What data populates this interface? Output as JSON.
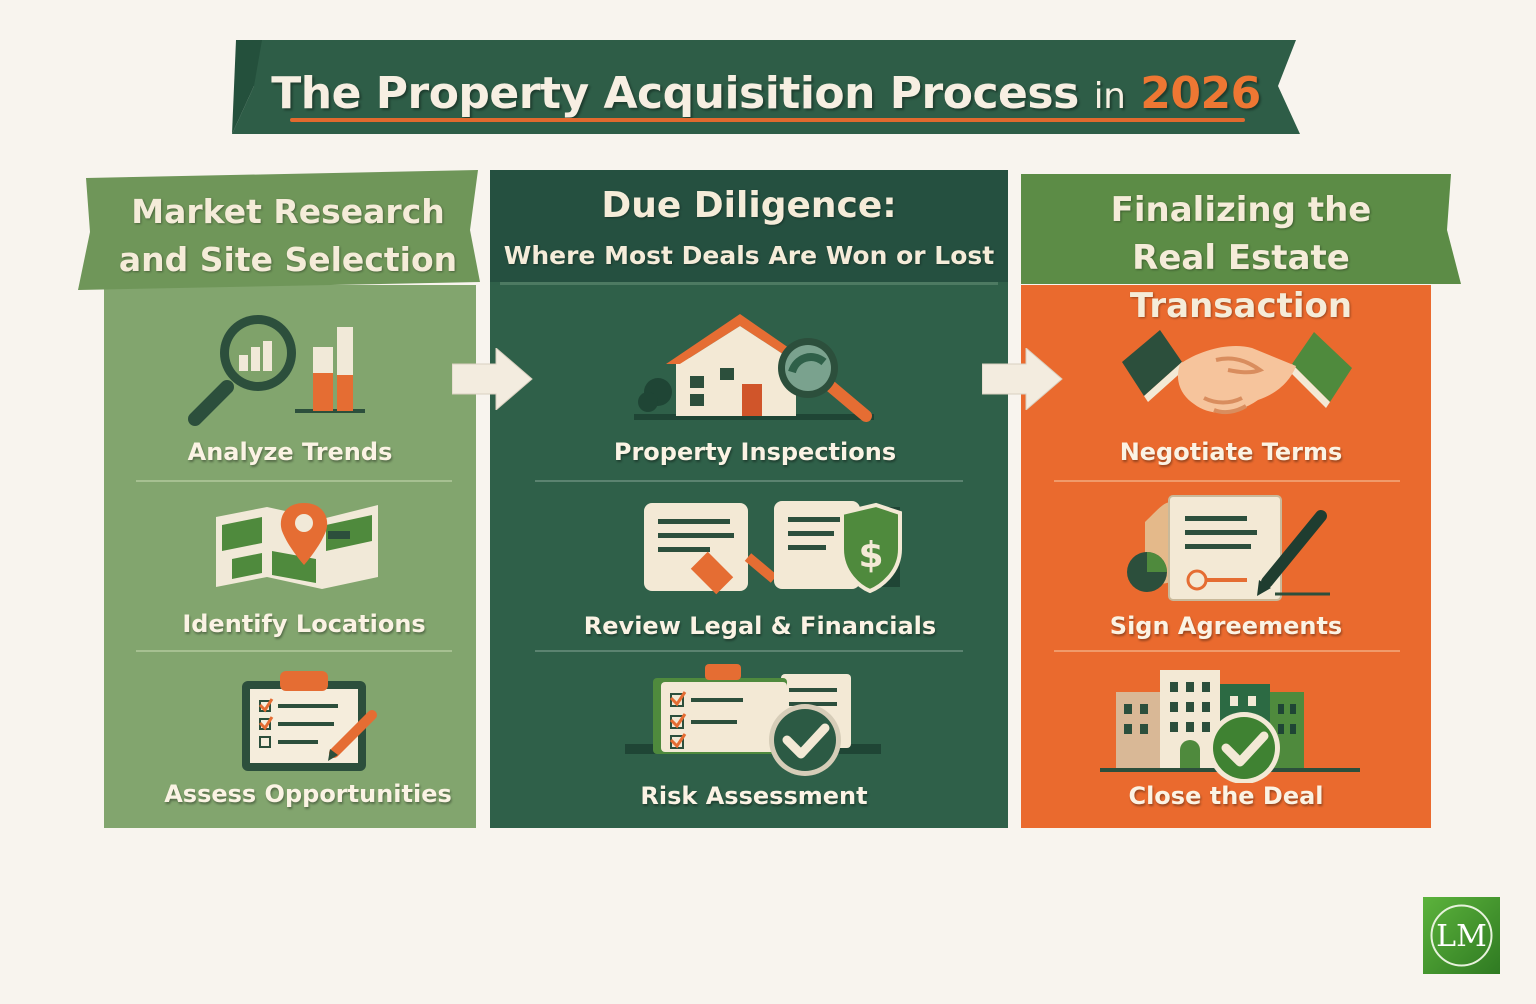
{
  "title": {
    "main": "The Property Acquisition Process",
    "connector": "in",
    "year": "2026"
  },
  "columns": [
    {
      "heading_line1": "Market Research",
      "heading_line2": "and Site Selection",
      "items": [
        "Analyze Trends",
        "Identify Locations",
        "Assess Opportunities"
      ]
    },
    {
      "heading_line1": "Due Diligence:",
      "heading_line2": "Where Most Deals Are Won or Lost",
      "items": [
        "Property Inspections",
        "Review Legal & Financials",
        "Risk Assessment"
      ]
    },
    {
      "heading_line1": "Finalizing the",
      "heading_line2": "Real Estate Transaction",
      "items": [
        "Negotiate Terms",
        "Sign Agreements",
        "Close the Deal"
      ]
    }
  ],
  "logo": {
    "letters": "LM"
  },
  "colors": {
    "dark_green": "#2f6049",
    "light_green": "#82a56e",
    "orange": "#ea6a2e",
    "cream": "#f8f4ee"
  },
  "icons": [
    "magnifier-chart-icon",
    "map-pin-icon",
    "clipboard-checklist-icon",
    "house-magnifier-icon",
    "documents-gavel-shield-icon",
    "checklist-check-icon",
    "handshake-icon",
    "contract-pen-icon",
    "buildings-check-icon"
  ]
}
